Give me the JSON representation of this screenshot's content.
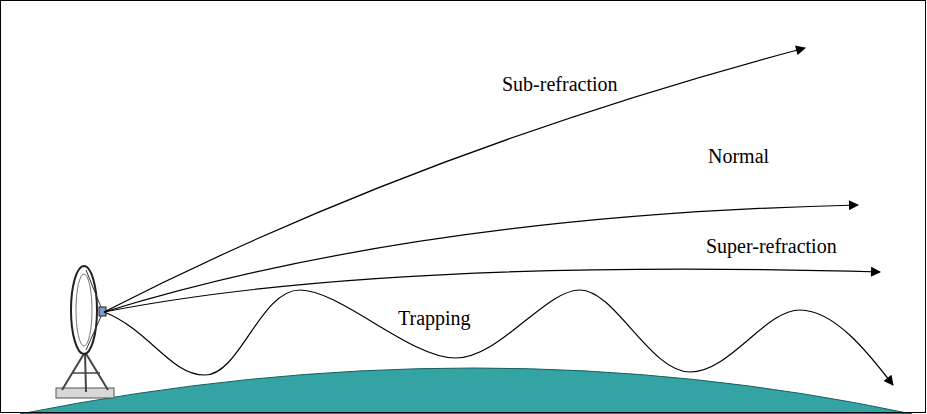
{
  "diagram": {
    "labels": [
      "Sub-refraction",
      "Normal",
      "Super-refraction",
      "Trapping"
    ]
  }
}
